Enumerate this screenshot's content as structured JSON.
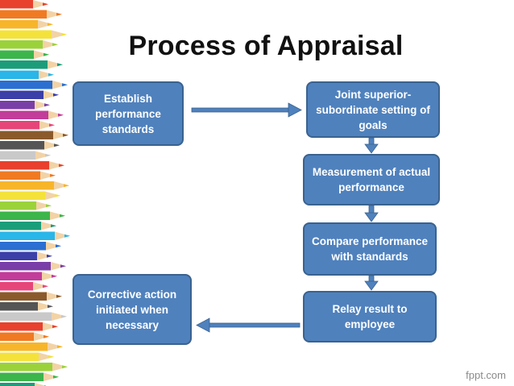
{
  "title": "Process of Appraisal",
  "steps": {
    "establish": "Establish performance standards",
    "joint": "Joint superior-subordinate setting of goals",
    "measure": "Measurement of actual performance",
    "compare": "Compare performance with standards",
    "relay": "Relay result to employee",
    "corrective": "Corrective action initiated when necessary"
  },
  "watermark": "fppt.com",
  "colors": {
    "box_fill": "#4f81bd",
    "box_border": "#3a628f",
    "arrow": "#4f81bd"
  }
}
